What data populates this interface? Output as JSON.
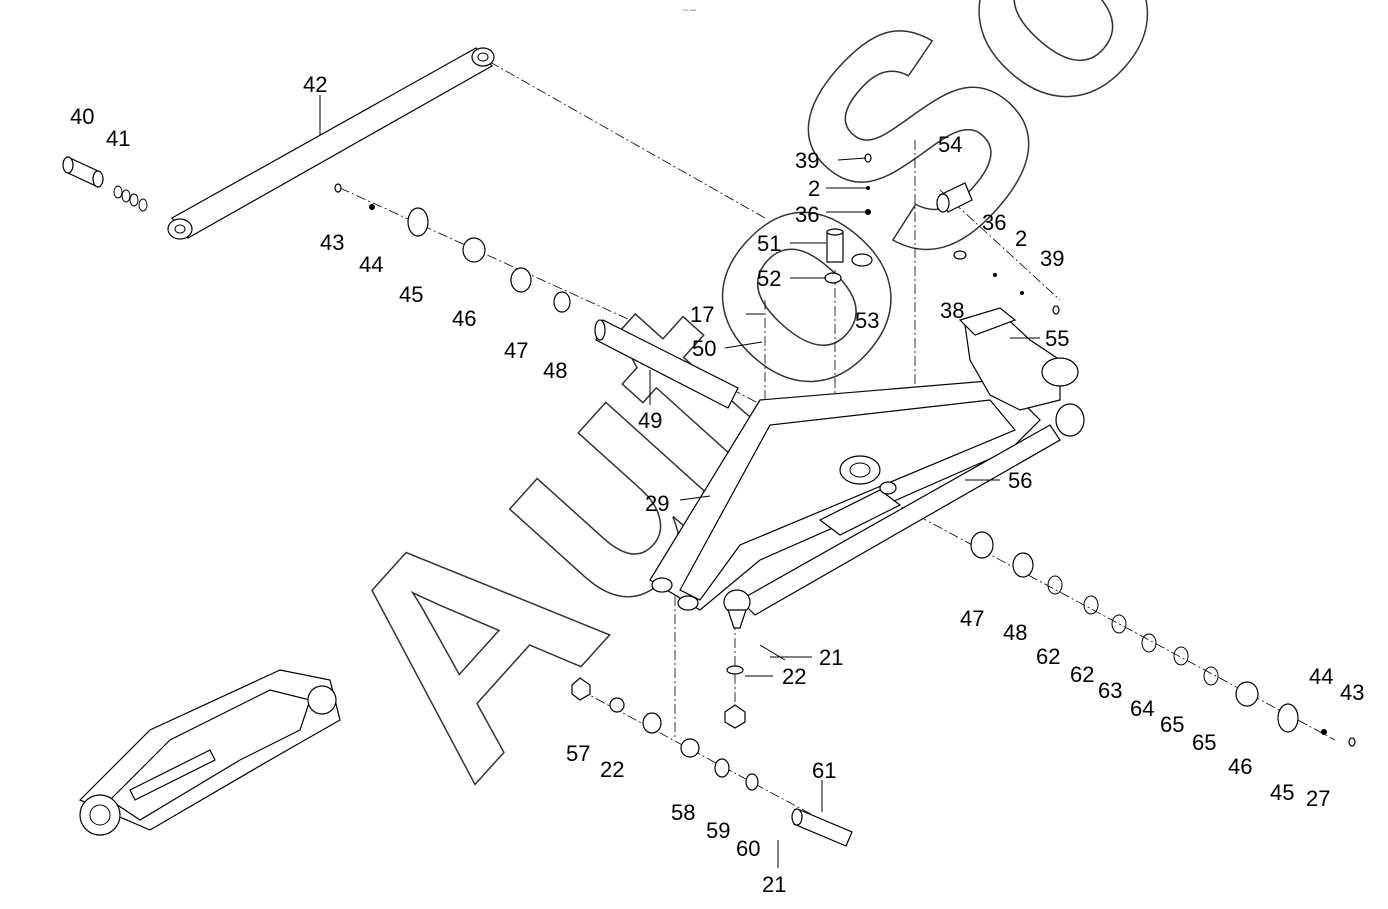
{
  "watermark": "AutoSoft",
  "header_mark": "⊶ ▪▪▪",
  "labels": [
    {
      "text": "42"
    },
    {
      "text": "40"
    },
    {
      "text": "41"
    },
    {
      "text": "43"
    },
    {
      "text": "44"
    },
    {
      "text": "45"
    },
    {
      "text": "46"
    },
    {
      "text": "47"
    },
    {
      "text": "48"
    },
    {
      "text": "49"
    },
    {
      "text": "29"
    },
    {
      "text": "17"
    },
    {
      "text": "50"
    },
    {
      "text": "39"
    },
    {
      "text": "2"
    },
    {
      "text": "36"
    },
    {
      "text": "51"
    },
    {
      "text": "52"
    },
    {
      "text": "53"
    },
    {
      "text": "54"
    },
    {
      "text": "36"
    },
    {
      "text": "2"
    },
    {
      "text": "39"
    },
    {
      "text": "38"
    },
    {
      "text": "55"
    },
    {
      "text": "56"
    },
    {
      "text": "47"
    },
    {
      "text": "48"
    },
    {
      "text": "62"
    },
    {
      "text": "62"
    },
    {
      "text": "63"
    },
    {
      "text": "64"
    },
    {
      "text": "65"
    },
    {
      "text": "65"
    },
    {
      "text": "46"
    },
    {
      "text": "44"
    },
    {
      "text": "43"
    },
    {
      "text": "45"
    },
    {
      "text": "27"
    },
    {
      "text": "21"
    },
    {
      "text": "22"
    },
    {
      "text": "57"
    },
    {
      "text": "22"
    },
    {
      "text": "58"
    },
    {
      "text": "59"
    },
    {
      "text": "60"
    },
    {
      "text": "61"
    },
    {
      "text": "21"
    }
  ]
}
